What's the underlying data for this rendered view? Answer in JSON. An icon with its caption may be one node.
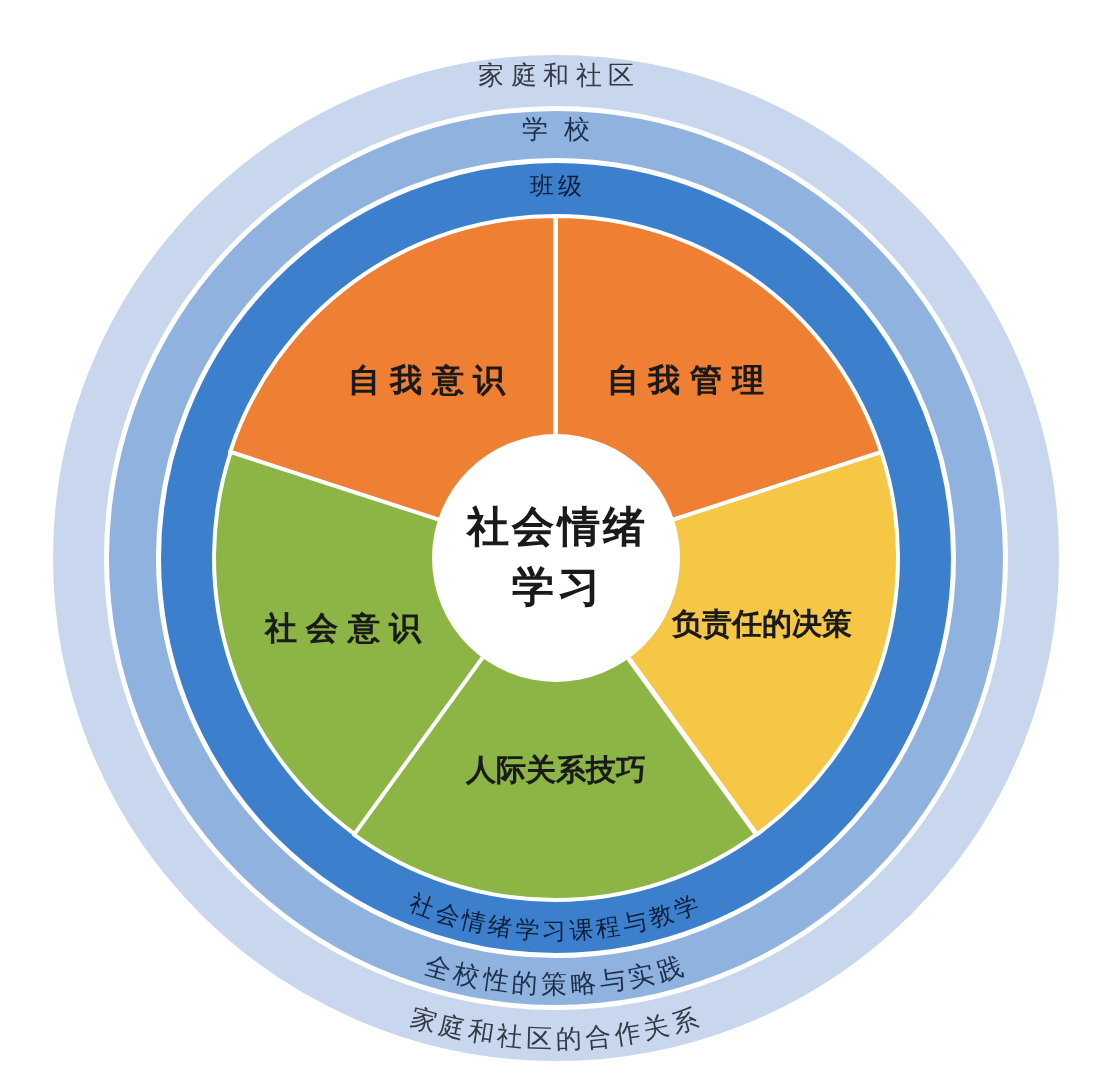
{
  "diagram": {
    "nodes": [
      {
        "text": [
          "家庭和社区",
          "家庭和社区的合作关系"
        ]
      },
      {
        "text": [
          "学校",
          "全校性的策略与实践"
        ],
        "in": 0
      },
      {
        "text": [
          "班级",
          "社会情绪学习课程与教学"
        ],
        "in": 1
      },
      {
        "text": [
          "自我意识"
        ],
        "in": 2
      },
      {
        "text": [
          "自我管理"
        ],
        "in": 2
      },
      {
        "text": [
          "社会情绪学习"
        ],
        "in": 2
      },
      {
        "text": [
          "社会意识"
        ],
        "in": 2
      },
      {
        "text": [
          "负责任的决策"
        ],
        "in": 2
      },
      {
        "text": [
          "人际关系技巧"
        ],
        "in": 2
      }
    ]
  }
}
